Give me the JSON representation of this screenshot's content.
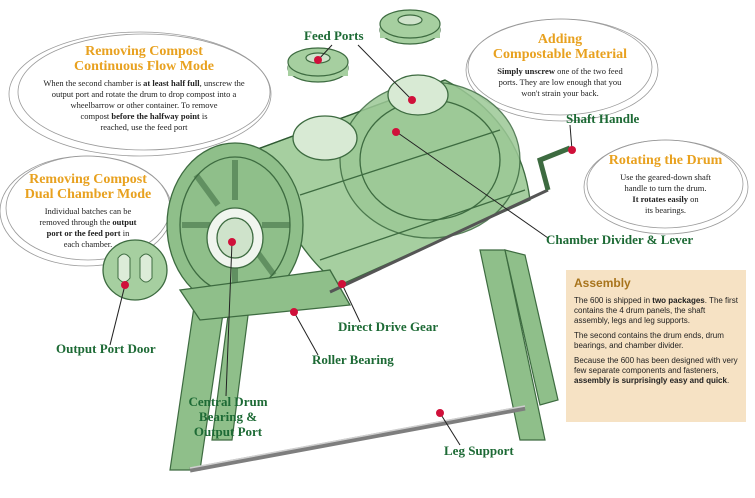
{
  "callouts": {
    "continuous": {
      "title_1": "Removing Compost",
      "title_2": "Continuous Flow Mode",
      "line_1a": "When the second chamber is ",
      "line_1b": "at least half full",
      "line_1c": ", unscrew the",
      "line_2": "output port and rotate the drum to drop compost into a",
      "line_3": "wheelbarrow or other container. To remove",
      "line_4a": "compost ",
      "line_4b": "before the halfway point",
      "line_4c": " is",
      "line_5": "reached, use the feed port"
    },
    "dual": {
      "title_1": "Removing Compost",
      "title_2": "Dual Chamber Mode",
      "line_1": "Individual batches can be",
      "line_2a": "removed through the ",
      "line_2b": "output",
      "line_3a": "port or the feed port",
      "line_3b": " in",
      "line_4": "each chamber."
    },
    "adding": {
      "title_1": "Adding",
      "title_2": "Compostable Material",
      "line_1a": "Simply unscrew",
      "line_1b": " one of the two feed",
      "line_2": "ports. They are low enough that you",
      "line_3": "won't strain your back."
    },
    "rotating": {
      "title": "Rotating the Drum",
      "line_1": "Use the geared-down shaft",
      "line_2": "handle to turn the drum.",
      "line_3a": "It rotates easily",
      "line_3b": " on",
      "line_4": "its bearings."
    }
  },
  "labels": {
    "feed_ports": "Feed Ports",
    "shaft_handle": "Shaft Handle",
    "chamber_divider": "Chamber Divider & Lever",
    "output_port_door": "Output Port Door",
    "direct_drive_gear": "Direct Drive Gear",
    "roller_bearing": "Roller Bearing",
    "central_drum_1": "Central Drum",
    "central_drum_2": "Bearing &",
    "central_drum_3": "Output Port",
    "leg_support": "Leg Support"
  },
  "assembly": {
    "title": "Assembly",
    "p1a": "The 600 is shipped in ",
    "p1b": "two packages",
    "p1c": ". The first contains the 4 drum panels, the shaft assembly, legs and leg supports.",
    "p2": "The second contains the drum ends, drum bearings, and chamber divider.",
    "p3a": "Because the 600 has been designed with very few separate components and fasteners, ",
    "p3b": "assembly is surprisingly easy and quick",
    "p3c": "."
  },
  "colors": {
    "title_accent": "#e8a11f",
    "label_green": "#1d6a35",
    "marker_red": "#d0103a",
    "panel_bg": "#f6e2c4",
    "drum_green": "#8fbf8a"
  }
}
